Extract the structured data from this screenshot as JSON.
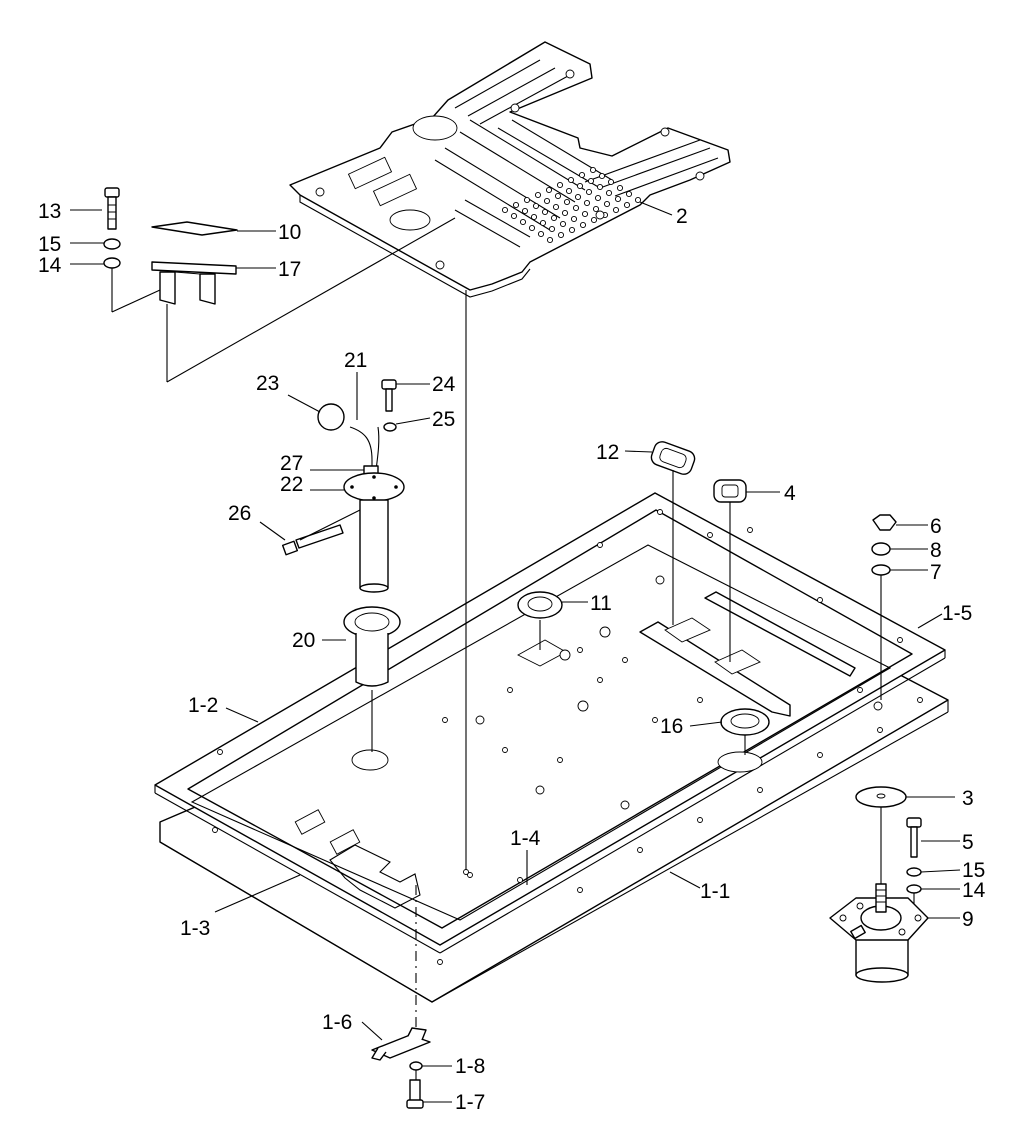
{
  "labels": [
    {
      "id": "13",
      "text": "13"
    },
    {
      "id": "15a",
      "text": "15"
    },
    {
      "id": "14a",
      "text": "14"
    },
    {
      "id": "10",
      "text": "10"
    },
    {
      "id": "17",
      "text": "17"
    },
    {
      "id": "2",
      "text": "2"
    },
    {
      "id": "21",
      "text": "21"
    },
    {
      "id": "23",
      "text": "23"
    },
    {
      "id": "24",
      "text": "24"
    },
    {
      "id": "25",
      "text": "25"
    },
    {
      "id": "27",
      "text": "27"
    },
    {
      "id": "22",
      "text": "22"
    },
    {
      "id": "26",
      "text": "26"
    },
    {
      "id": "12",
      "text": "12"
    },
    {
      "id": "4",
      "text": "4"
    },
    {
      "id": "6",
      "text": "6"
    },
    {
      "id": "8",
      "text": "8"
    },
    {
      "id": "7",
      "text": "7"
    },
    {
      "id": "11",
      "text": "11"
    },
    {
      "id": "1-5",
      "text": "1-5"
    },
    {
      "id": "20",
      "text": "20"
    },
    {
      "id": "1-2",
      "text": "1-2"
    },
    {
      "id": "16",
      "text": "16"
    },
    {
      "id": "3",
      "text": "3"
    },
    {
      "id": "5",
      "text": "5"
    },
    {
      "id": "15b",
      "text": "15"
    },
    {
      "id": "14b",
      "text": "14"
    },
    {
      "id": "9",
      "text": "9"
    },
    {
      "id": "1-4",
      "text": "1-4"
    },
    {
      "id": "1-1",
      "text": "1-1"
    },
    {
      "id": "1-3",
      "text": "1-3"
    },
    {
      "id": "1-6",
      "text": "1-6"
    },
    {
      "id": "1-8",
      "text": "1-8"
    },
    {
      "id": "1-7",
      "text": "1-7"
    }
  ]
}
